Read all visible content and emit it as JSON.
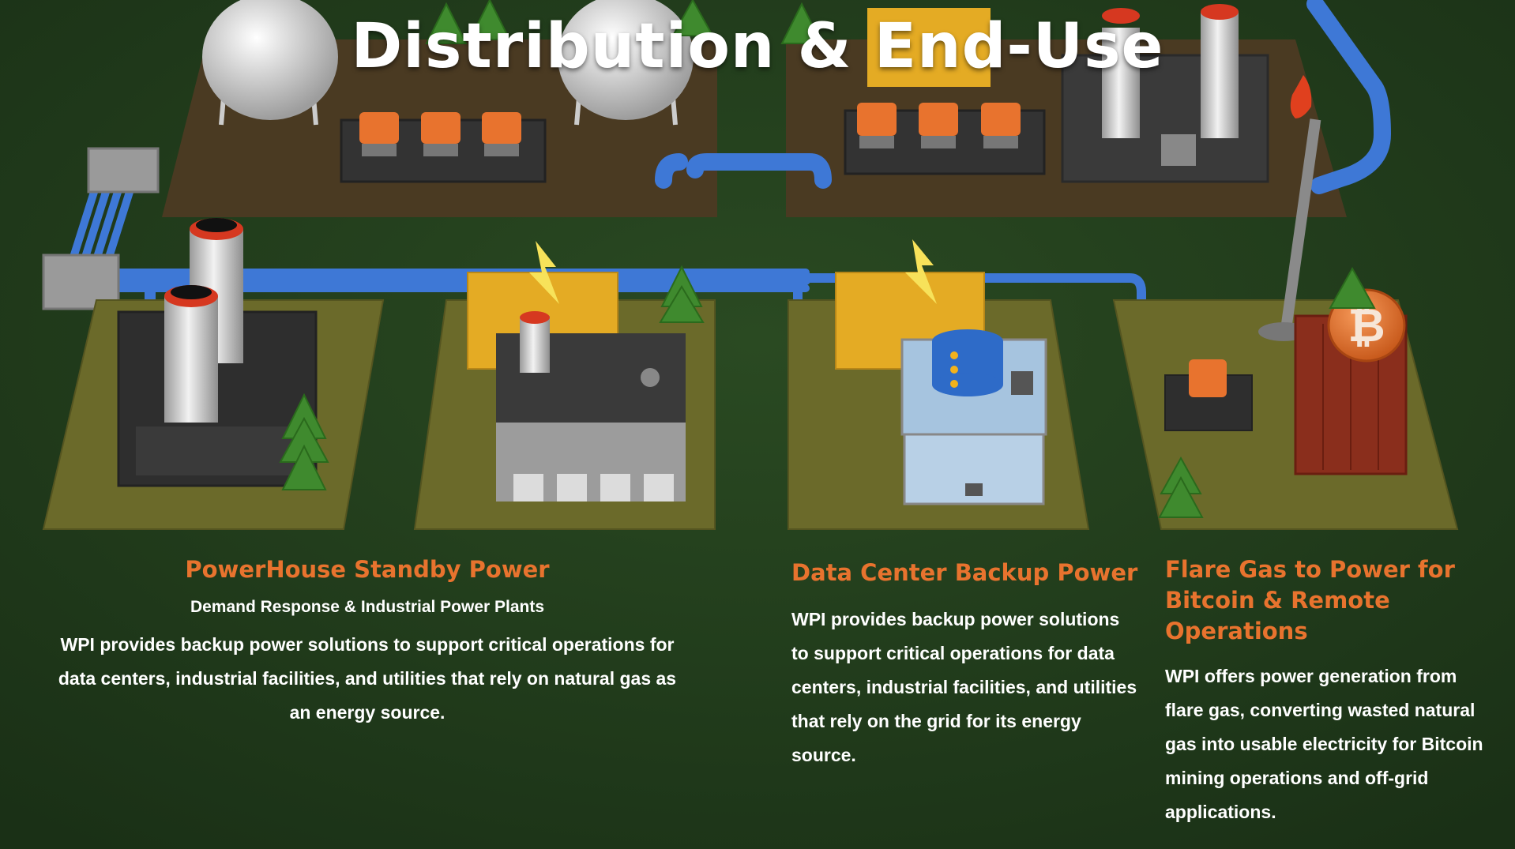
{
  "title": "Distribution & End-Use",
  "panels": [
    {
      "id": "powerhouse",
      "heading": "PowerHouse Standby Power",
      "subheading": "Demand Response & Industrial Power Plants",
      "body": "WPI provides backup power solutions to support critical operations for data centers, industrial facilities, and utilities that rely on natural gas as an energy source."
    },
    {
      "id": "datacenter",
      "heading": "Data Center Backup Power",
      "body": "WPI provides backup power solutions to support critical operations for data centers, industrial facilities, and utilities that rely on the grid for its energy source."
    },
    {
      "id": "flaregas",
      "heading_line1": "Flare Gas to Power for",
      "heading_line2": "Bitcoin & Remote Operations",
      "body": "WPI offers power generation from flare gas, converting wasted natural gas into usable electricity for Bitcoin mining operations and off-grid applications."
    }
  ],
  "colors": {
    "background": "#1f3a1a",
    "accent": "#e8732e",
    "pipe": "#3e78d6",
    "ground_pad": "#6b6a2a",
    "yard": "#4a3a22",
    "generator": "#e4ab24"
  },
  "icons": [
    "bitcoin-icon",
    "lightning-bolt-icon",
    "database-icon",
    "flame-icon"
  ]
}
